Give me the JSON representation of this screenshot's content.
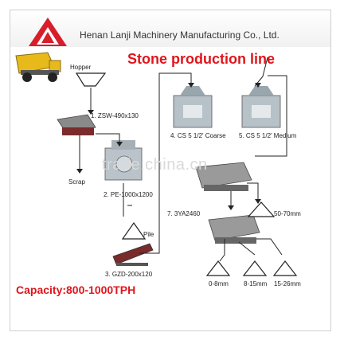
{
  "header": {
    "company": "Henan Lanji Machinery Manufacturing Co., Ltd.",
    "logo_color": "#d81e2a"
  },
  "title": "Stone production line",
  "capacity": "Capacity:800-1000TPH",
  "watermark": "trade.china.cn",
  "nodes": {
    "hopper": "Hopper",
    "feeder": "1. ZSW-490x130",
    "scrap": "Scrap",
    "jaw": "2. PE-1000x1200",
    "pile": "Pile",
    "conveyor": "3. GZD-200x120",
    "cone_coarse": "4. CS 5 1/2' Coarse",
    "cone_medium": "5. CS 5 1/2' Medium",
    "screen": "7. 3YA2460",
    "out_50_70": "50-70mm",
    "out_0_8": "0-8mm",
    "out_8_15": "8-15mm",
    "out_15_26": "15-26mm"
  },
  "colors": {
    "accent": "#e0151b",
    "line": "#222222",
    "machine": "#8a8a8a",
    "truck": "#e8b91b"
  }
}
